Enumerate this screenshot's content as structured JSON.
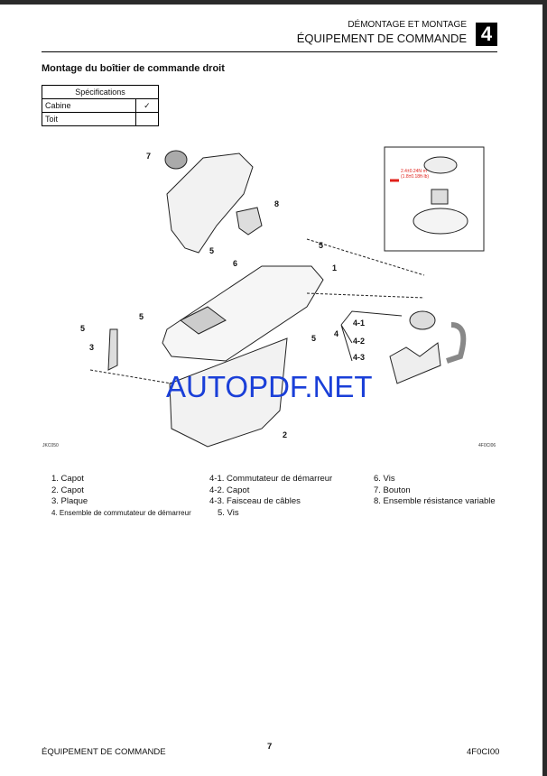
{
  "header": {
    "section": "DÉMONTAGE ET MONTAGE",
    "chapter_title": "ÉQUIPEMENT DE COMMANDE",
    "chapter_number": "4"
  },
  "title": "Montage du boîtier de commande droit",
  "spec_table": {
    "header": "Spécifications",
    "rows": [
      {
        "label": "Cabine",
        "mark": "✓"
      },
      {
        "label": "Toit",
        "mark": ""
      }
    ]
  },
  "diagram": {
    "callouts": [
      "7",
      "8",
      "5",
      "6",
      "5",
      "1",
      "5",
      "5",
      "3",
      "5",
      "4",
      "4-1",
      "4-2",
      "4-3",
      "2"
    ],
    "torque": [
      "2.4±0.24N·m",
      "(1.8±0.18ft·lb)"
    ],
    "code_left": "JKC050",
    "code_right": "4F0CI06",
    "watermark": "AUTOPDF.NET",
    "colors": {
      "torque": "#e0201a",
      "watermark": "#1a3fd8"
    }
  },
  "legend": {
    "col1": [
      "1. Capot",
      "2. Capot",
      "3. Plaque",
      "4. Ensemble de commutateur de démarreur"
    ],
    "col2": [
      "4-1. Commutateur de démarreur",
      "4-2. Capot",
      "4-3. Faisceau de câbles",
      "5. Vis"
    ],
    "col3": [
      "6. Vis",
      "7. Bouton",
      "8. Ensemble résistance variable"
    ]
  },
  "footer": {
    "left": "ÉQUIPEMENT DE COMMANDE",
    "page": "7",
    "right": "4F0CI00"
  }
}
